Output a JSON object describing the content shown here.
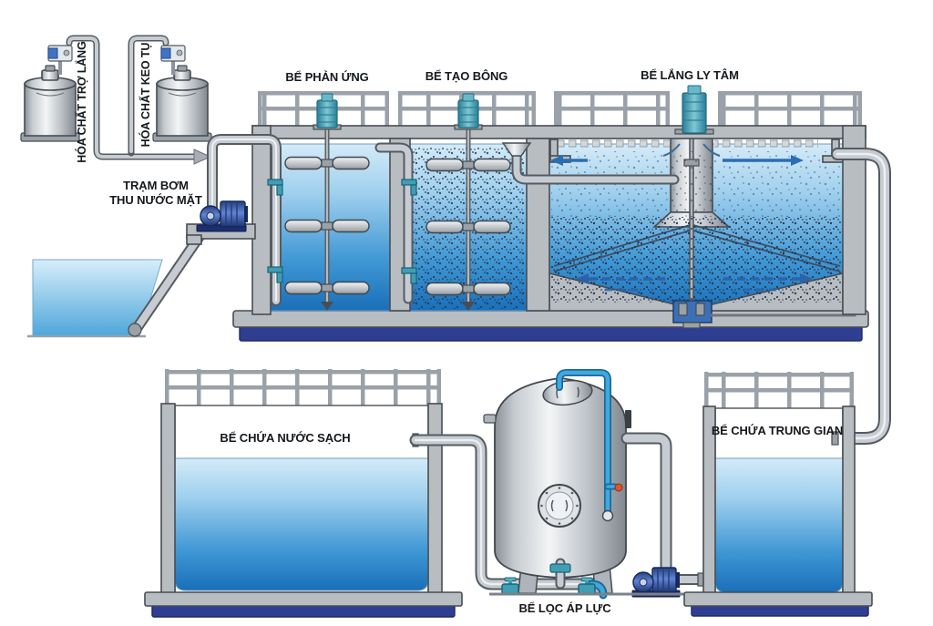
{
  "labels": {
    "chem_tank_settling_aid": "HÓA CHẤT TRỢ LẮNG",
    "chem_tank_coagulant": "HÓA CHẤT KEO TỤ",
    "intake_pump_station_1": "TRẠM BƠM",
    "intake_pump_station_2": "THU NƯỚC MẶT",
    "reaction_tank": "BỂ PHẢN ỨNG",
    "flocculation_tank": "BỂ TẠO BÔNG",
    "settling_tank": "BỂ LẮNG LY TÂM",
    "clean_water_tank": "BỂ CHỨA NƯỚC SẠCH",
    "pressure_filter": "BỂ LỌC ÁP LỰC",
    "intermediate_tank": "BỂ CHỨA TRUNG GIAN"
  },
  "colors": {
    "water_surface": "#d4ebf8",
    "water_deep": "#1a6fb8",
    "structure_gray": "#b8bdc2",
    "outline": "#474d53",
    "base_navy": "#2e3f93",
    "pump_blue": "#3a5cb5",
    "motor_teal": "#58aec2",
    "pipe_blue": "#41a8dc",
    "flow_arrow_blue": "#2a6db4",
    "floc_dot": "#22304a",
    "sensor_red": "#e25427"
  },
  "icons": {
    "mixer": "mixer-icon",
    "pump": "pump-icon",
    "valve": "valve-icon",
    "gauge": "gauge-icon",
    "railing": "railing-icon"
  }
}
